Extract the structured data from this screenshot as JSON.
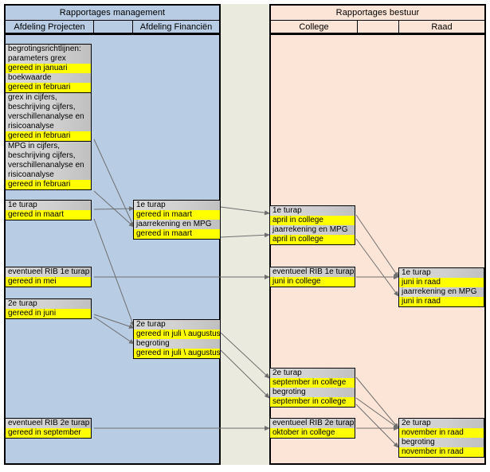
{
  "diagram": {
    "title_left": "Rapportages management",
    "title_right": "Rapportages bestuur",
    "colors": {
      "panel_left_bg": "#b8cce4",
      "panel_right_bg": "#fce4d6",
      "gap_bg": "#eaeade",
      "highlight": "#ffff00",
      "header_grey": "#d9d9d9",
      "border": "#000000",
      "connector": "#808080"
    }
  },
  "left_panel": {
    "title": "Rapportages management",
    "columns": [
      {
        "label": "Afdeling Projecten"
      },
      {
        "label": ""
      },
      {
        "label": "Afdeling Financiën"
      }
    ],
    "nodes": [
      {
        "id": "lp-begrotingsrichtlijnen",
        "lines": [
          {
            "text": "begrotingsrichtlijnen:",
            "style": "grey"
          },
          {
            "text": "parameters grex",
            "style": "grey"
          },
          {
            "text": "gereed in januari",
            "style": "hi"
          },
          {
            "text": "boekwaarde",
            "style": "grey"
          },
          {
            "text": "gereed in februari",
            "style": "hi"
          }
        ]
      },
      {
        "id": "lp-grex-in-cijfers",
        "lines": [
          {
            "text": "grex in cijfers,",
            "style": "grey"
          },
          {
            "text": "beschrijving cijfers,",
            "style": "grey"
          },
          {
            "text": "verschillenanalyse en",
            "style": "grey"
          },
          {
            "text": "risicoanalyse",
            "style": "grey"
          },
          {
            "text": "gereed in februari",
            "style": "hi"
          }
        ]
      },
      {
        "id": "lp-mpg-in-cijfers",
        "lines": [
          {
            "text": "MPG in cijfers,",
            "style": "grey"
          },
          {
            "text": "beschrijving cijfers,",
            "style": "grey"
          },
          {
            "text": "verschillenanalyse en",
            "style": "grey"
          },
          {
            "text": "risicoanalyse",
            "style": "grey"
          },
          {
            "text": "gereed in februari",
            "style": "hi"
          }
        ]
      },
      {
        "id": "lp-1e-turap",
        "lines": [
          {
            "text": "1e turap",
            "style": "grey"
          },
          {
            "text": "gereed in maart",
            "style": "hi"
          }
        ]
      },
      {
        "id": "lp-eventueel-rib-1e-turap",
        "lines": [
          {
            "text": "eventueel RIB 1e turap",
            "style": "grey"
          },
          {
            "text": "gereed in mei",
            "style": "hi"
          }
        ]
      },
      {
        "id": "lp-2e-turap",
        "lines": [
          {
            "text": "2e turap",
            "style": "grey"
          },
          {
            "text": "gereed in juni",
            "style": "hi"
          }
        ]
      },
      {
        "id": "lp-eventueel-rib-2e-turap",
        "lines": [
          {
            "text": "eventueel RIB 2e turap",
            "style": "grey"
          },
          {
            "text": "gereed in september",
            "style": "hi"
          }
        ]
      }
    ],
    "fin_nodes": [
      {
        "id": "fin-1e-turap",
        "lines": [
          {
            "text": "1e turap",
            "style": "grey"
          },
          {
            "text": "gereed in maart",
            "style": "hi"
          },
          {
            "text": "jaarrekening en MPG",
            "style": "grey"
          },
          {
            "text": "gereed in maart",
            "style": "hi"
          }
        ]
      },
      {
        "id": "fin-2e-turap",
        "lines": [
          {
            "text": "2e turap",
            "style": "grey"
          },
          {
            "text": "gereed in juli \\ augustus",
            "style": "hi"
          },
          {
            "text": "begroting",
            "style": "grey"
          },
          {
            "text": "gereed in juli \\ augustus",
            "style": "hi"
          }
        ]
      }
    ]
  },
  "right_panel": {
    "title": "Rapportages bestuur",
    "columns": [
      {
        "label": "College"
      },
      {
        "label": ""
      },
      {
        "label": "Raad"
      }
    ],
    "college_nodes": [
      {
        "id": "col-1e-turap",
        "lines": [
          {
            "text": "1e turap",
            "style": "grey"
          },
          {
            "text": "april in college",
            "style": "hi"
          },
          {
            "text": "jaarrekening en MPG",
            "style": "grey"
          },
          {
            "text": "april in college",
            "style": "hi"
          }
        ]
      },
      {
        "id": "col-eventueel-rib-1e-turap",
        "lines": [
          {
            "text": "eventueel RIB 1e turap",
            "style": "grey"
          },
          {
            "text": "juni in college",
            "style": "hi"
          }
        ]
      },
      {
        "id": "col-2e-turap",
        "lines": [
          {
            "text": "2e turap",
            "style": "grey"
          },
          {
            "text": "september in college",
            "style": "hi"
          },
          {
            "text": "begroting",
            "style": "grey"
          },
          {
            "text": "september in college",
            "style": "hi"
          }
        ]
      },
      {
        "id": "col-eventueel-rib-2e-turap",
        "lines": [
          {
            "text": "eventueel RIB 2e turap",
            "style": "grey"
          },
          {
            "text": "oktober in college",
            "style": "hi"
          }
        ]
      }
    ],
    "raad_nodes": [
      {
        "id": "raad-1e-turap",
        "lines": [
          {
            "text": "1e turap",
            "style": "grey"
          },
          {
            "text": "juni in raad",
            "style": "hi"
          },
          {
            "text": "jaarrekening en MPG",
            "style": "grey"
          },
          {
            "text": "juni in raad",
            "style": "hi"
          }
        ]
      },
      {
        "id": "raad-2e-turap",
        "lines": [
          {
            "text": "2e turap",
            "style": "grey"
          },
          {
            "text": "november in raad",
            "style": "hi"
          },
          {
            "text": "begroting",
            "style": "grey"
          },
          {
            "text": "november in raad",
            "style": "hi"
          }
        ]
      }
    ]
  }
}
